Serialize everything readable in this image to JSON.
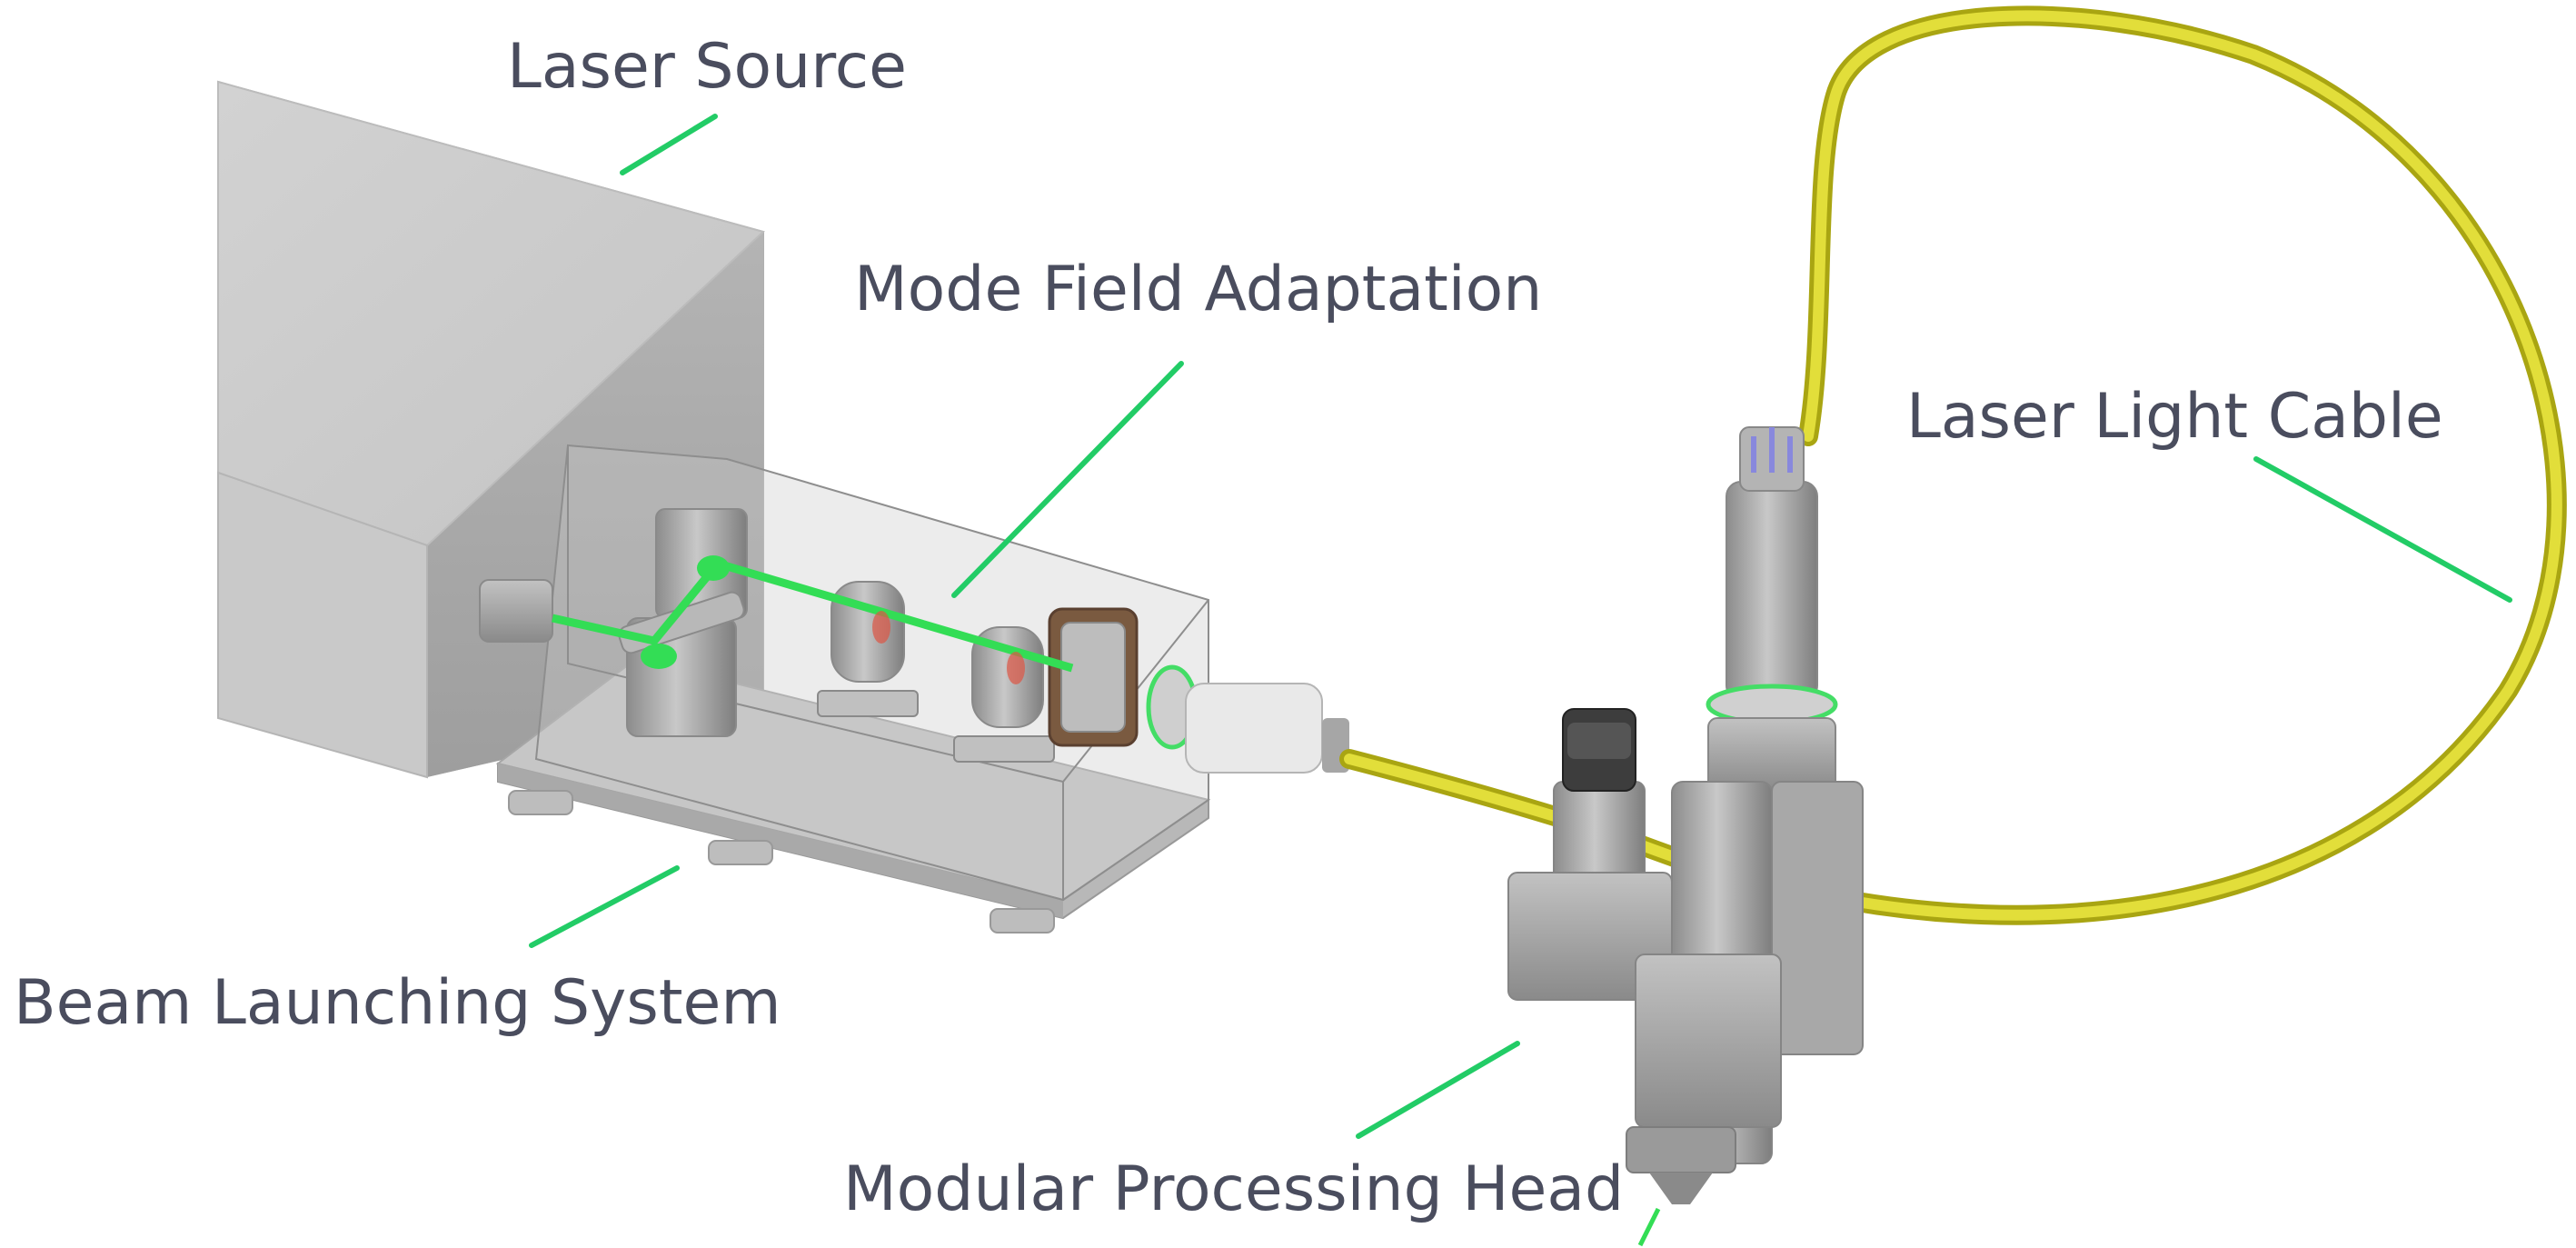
{
  "labels": {
    "laser_source": "Laser Source",
    "mode_field_adaptation": "Mode Field Adaptation",
    "laser_light_cable": "Laser Light Cable",
    "beam_launching_system": "Beam Launching System",
    "modular_processing_head": "Modular Processing Head"
  },
  "colors": {
    "leader_line": "#22cc66",
    "laser_beam": "#33dd55",
    "cable": "#d4d020",
    "cable_shade": "#a9a512",
    "housing_light": "#c8c8c8",
    "housing_dark": "#9c9c9c",
    "metal": "#a8a8a8",
    "label_text": "#4a4d5e"
  }
}
